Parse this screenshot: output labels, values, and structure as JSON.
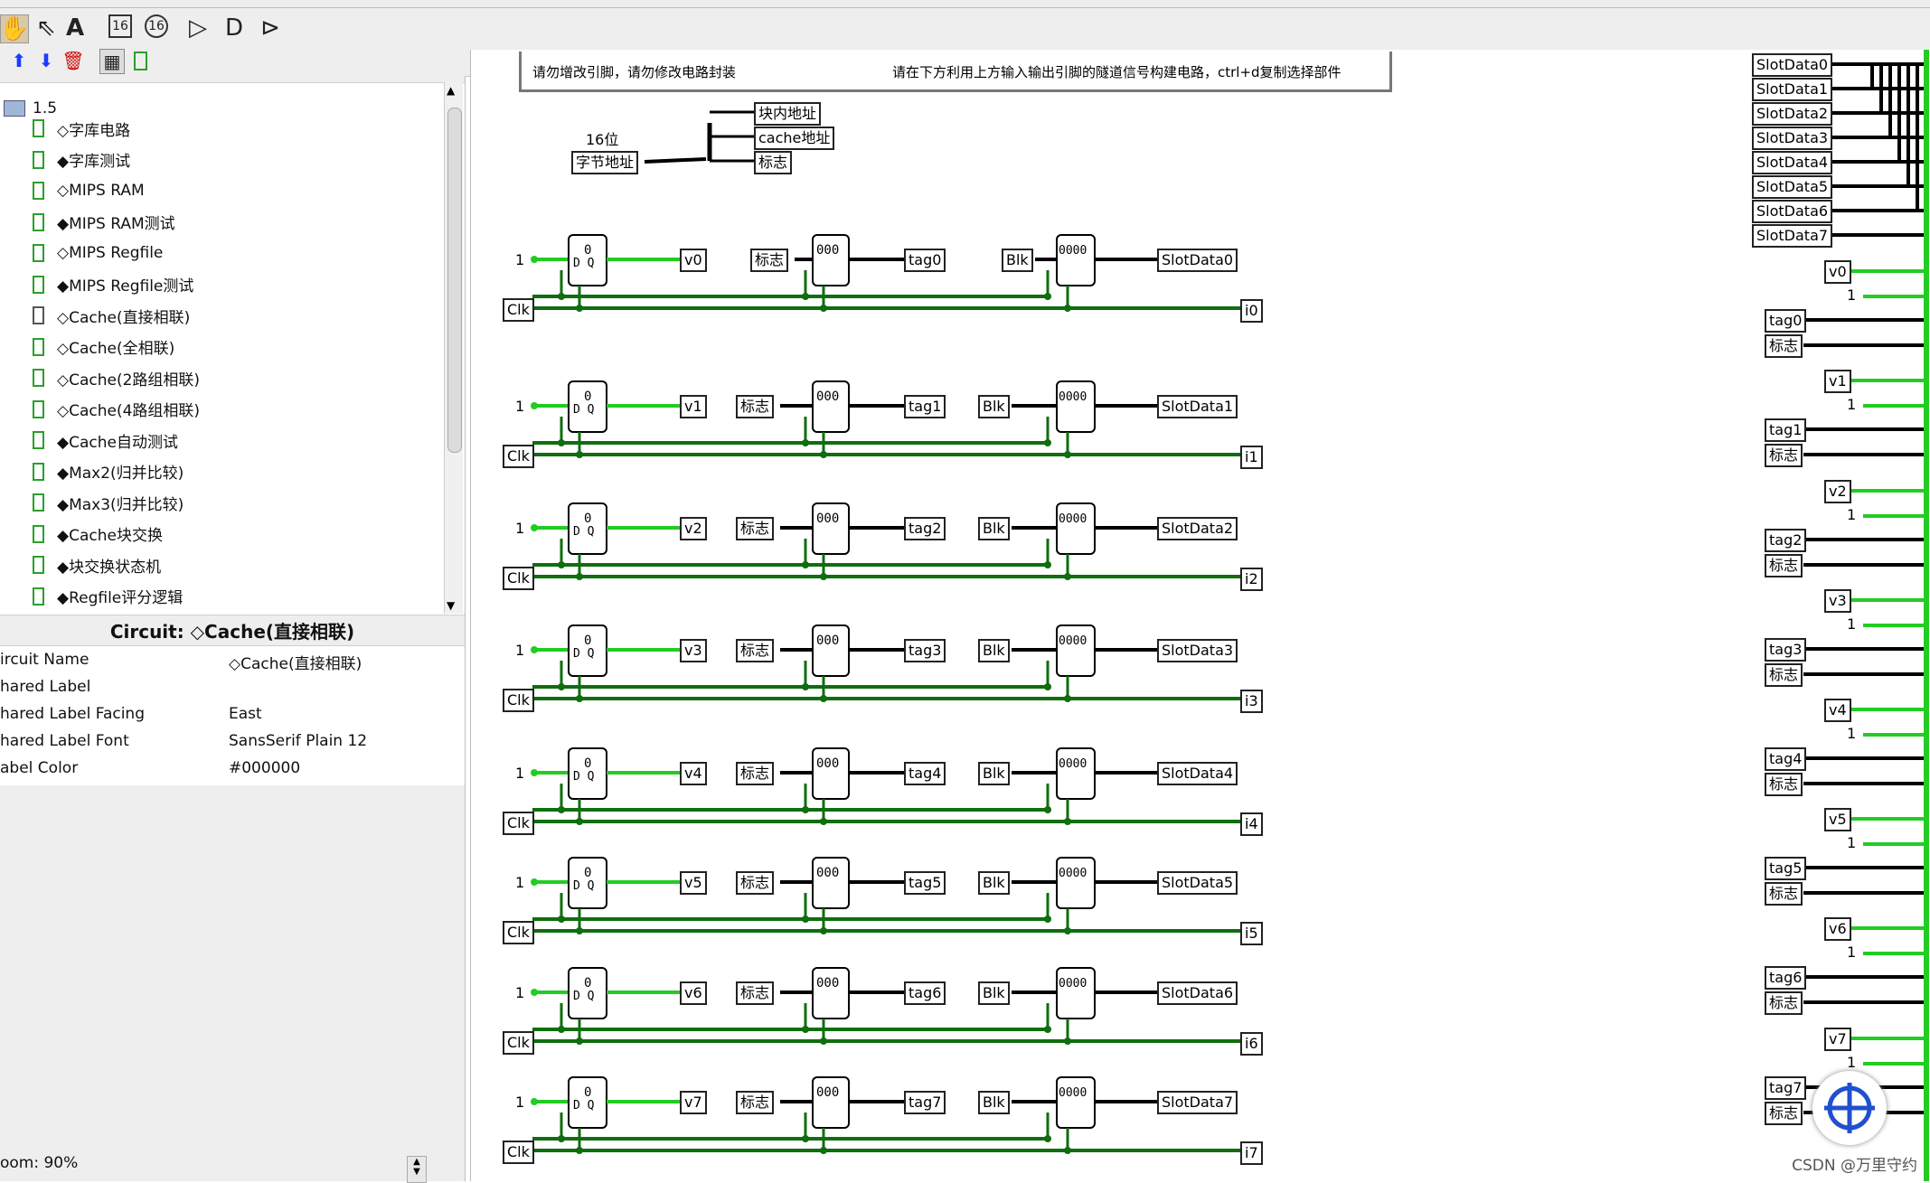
{
  "toolbar": {
    "row1": [
      "hand-icon",
      "pointer-icon",
      "text-icon",
      "sub16-icon",
      "probe-icon",
      "buffer-icon",
      "and-gate-icon",
      "or-gate-icon"
    ],
    "row2": [
      "move-up-icon",
      "move-down-icon",
      "delete-icon",
      "layout-icon",
      "circuit-icon"
    ]
  },
  "tree": {
    "root": "1.5",
    "items": [
      {
        "label": "◇字库电路"
      },
      {
        "label": "◆字库测试"
      },
      {
        "label": "◇MIPS RAM"
      },
      {
        "label": "◆MIPS RAM测试"
      },
      {
        "label": "◇MIPS Regfile"
      },
      {
        "label": "◆MIPS Regfile测试"
      },
      {
        "label": "◇Cache(直接相联)"
      },
      {
        "label": "◇Cache(全相联)"
      },
      {
        "label": "◇Cache(2路组相联)"
      },
      {
        "label": "◇Cache(4路组相联)"
      },
      {
        "label": "◆Cache自动测试"
      },
      {
        "label": "◆Max2(归并比较)"
      },
      {
        "label": "◆Max3(归并比较)"
      },
      {
        "label": "◆Cache块交换"
      },
      {
        "label": "◆块交换状态机"
      },
      {
        "label": "◆Regfile评分逻辑"
      }
    ]
  },
  "props": {
    "title": "Circuit: ◇Cache(直接相联)",
    "rows": [
      {
        "k": "ircuit Name",
        "v": "◇Cache(直接相联)"
      },
      {
        "k": "hared Label",
        "v": ""
      },
      {
        "k": "hared Label Facing",
        "v": "East"
      },
      {
        "k": "hared Label Font",
        "v": "SansSerif Plain 12"
      },
      {
        "k": "abel Color",
        "v": "#000000"
      }
    ]
  },
  "zoom": "oom: 90%",
  "canvas": {
    "notice_left": "请勿增改引脚，请勿修改电路封装",
    "notice_right": "请在下方利用上方输入输出引脚的隧道信号构建电路，ctrl+d复制选择部件",
    "splitter": {
      "bits_label": "16位",
      "input_label": "字节地址",
      "outputs": [
        "块内地址",
        "cache地址",
        "标志"
      ]
    },
    "rows": [
      {
        "v": "v0",
        "tag": "tag0",
        "slot": "SlotData0",
        "i": "i0"
      },
      {
        "v": "v1",
        "tag": "tag1",
        "slot": "SlotData1",
        "i": "i1"
      },
      {
        "v": "v2",
        "tag": "tag2",
        "slot": "SlotData2",
        "i": "i2"
      },
      {
        "v": "v3",
        "tag": "tag3",
        "slot": "SlotData3",
        "i": "i3"
      },
      {
        "v": "v4",
        "tag": "tag4",
        "slot": "SlotData4",
        "i": "i4"
      },
      {
        "v": "v5",
        "tag": "tag5",
        "slot": "SlotData5",
        "i": "i5"
      },
      {
        "v": "v6",
        "tag": "tag6",
        "slot": "SlotData6",
        "i": "i6"
      },
      {
        "v": "v7",
        "tag": "tag7",
        "slot": "SlotData7",
        "i": "i7"
      }
    ],
    "const_one": "1",
    "clk_label": "Clk",
    "blk_label": "Blk",
    "flag_label": "标志",
    "reg_bits1": "0",
    "reg_bits3": "000",
    "reg_bits4": "0000",
    "right_slots": [
      "SlotData0",
      "SlotData1",
      "SlotData2",
      "SlotData3",
      "SlotData4",
      "SlotData5",
      "SlotData6",
      "SlotData7"
    ]
  },
  "watermark": "CSDN @万里守约",
  "colors": {
    "wire_on": "#22cc22",
    "wire_bus": "#0f6e0f",
    "wire_black": "#000000",
    "pin_blue": "#3a3aff"
  }
}
